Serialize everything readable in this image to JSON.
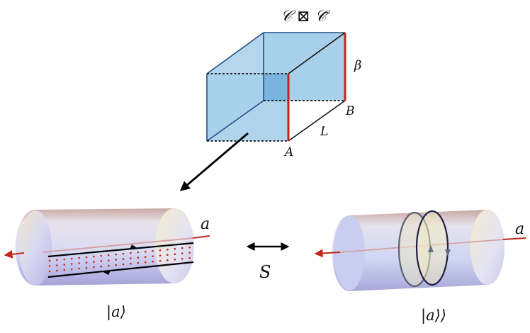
{
  "cube": {
    "title": "𝒞 ⊠ 𝒞̄",
    "beta_label": "β",
    "length_label": "L",
    "corner_a": "A",
    "corner_b": "B"
  },
  "left_cylinder": {
    "line_label": "a",
    "state_label": "|a⟩"
  },
  "right_cylinder": {
    "line_label": "a",
    "state_label": "|a⟩⟩"
  },
  "transform": {
    "label": "S"
  },
  "colors": {
    "face_blue": "#a9d0ea",
    "face_blue_dark": "#76b3dd",
    "edge_dark_blue": "#1e4f86",
    "red": "#c0281c",
    "dots_red": "#c0281c"
  }
}
